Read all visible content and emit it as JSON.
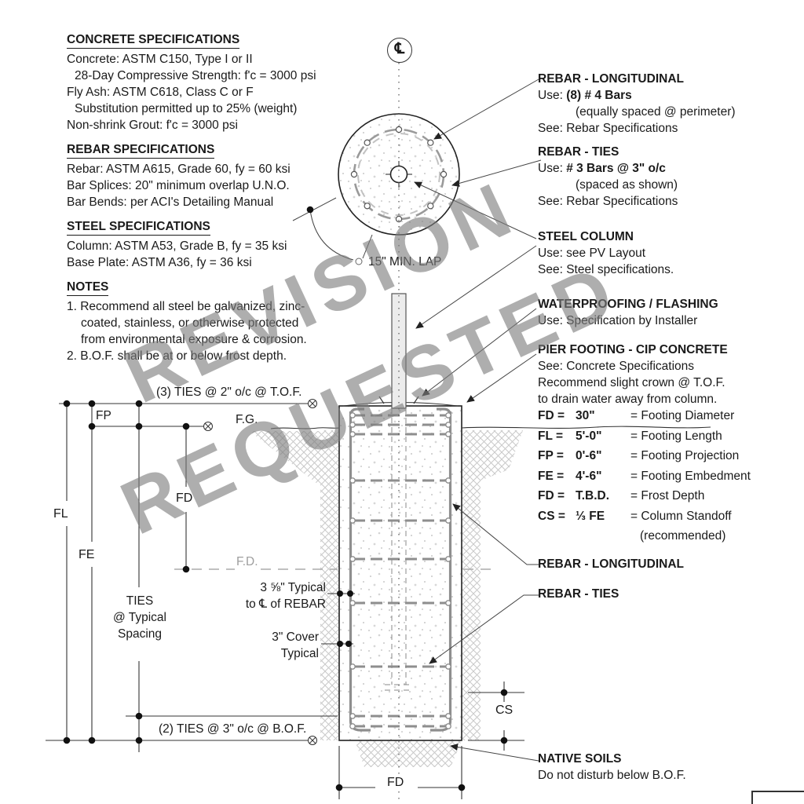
{
  "watermark": {
    "line1": "REVISION",
    "line2": "REQUESTED"
  },
  "specs": {
    "concrete": {
      "title": "CONCRETE SPECIFICATIONS",
      "lines": [
        "Concrete: ASTM C150, Type I or II",
        "28-Day Compressive Strength: f'c = 3000 psi",
        "Fly Ash: ASTM C618, Class C or F",
        "Substitution permitted up to 25% (weight)",
        "Non-shrink Grout: f'c = 3000 psi"
      ]
    },
    "rebar": {
      "title": "REBAR SPECIFICATIONS",
      "lines": [
        "Rebar: ASTM A615, Grade 60, fy = 60 ksi",
        "Bar Splices: 20\" minimum overlap U.N.O.",
        "Bar Bends: per ACI's Detailing Manual"
      ]
    },
    "steel": {
      "title": "STEEL SPECIFICATIONS",
      "lines": [
        "Column: ASTM A53, Grade B, fy = 35 ksi",
        "Base Plate: ASTM A36, fy = 36 ksi"
      ]
    },
    "notes": {
      "title": "NOTES",
      "lines": [
        "1. Recommend all steel be galvanized, zinc-",
        "coated, stainless, or otherwise protected",
        "from environmental exposure & corrosion.",
        "2. B.O.F. shall be at or below frost depth."
      ]
    }
  },
  "callouts": {
    "rebar_longitudinal_top": {
      "title": "REBAR - LONGITUDINAL",
      "use_prefix": "Use: ",
      "use_value": "(8) # 4 Bars",
      "note": "(equally spaced @ perimeter)",
      "see": "See: Rebar Specifications"
    },
    "rebar_ties_top": {
      "title": "REBAR - TIES",
      "use_prefix": "Use: ",
      "use_value": "# 3 Bars @ 3\" o/c",
      "note": "(spaced as shown)",
      "see": "See: Rebar Specifications"
    },
    "steel_column": {
      "title": "STEEL COLUMN",
      "line1": "Use: see PV Layout",
      "line2": "See: Steel specifications."
    },
    "waterproofing": {
      "title": "WATERPROOFING / FLASHING",
      "line1": "Use: Specification by Installer"
    },
    "pier_footing": {
      "title": "PIER FOOTING - CIP CONCRETE",
      "line1": "See: Concrete Specifications",
      "line2": "Recommend slight crown @ T.O.F.",
      "line3": "to drain water away from column."
    },
    "rebar_longitudinal_bottom": {
      "title": "REBAR - LONGITUDINAL"
    },
    "rebar_ties_bottom": {
      "title": "REBAR - TIES"
    },
    "native_soils": {
      "title": "NATIVE SOILS",
      "line1": "Do not disturb below B.O.F."
    }
  },
  "legend": {
    "rows": [
      {
        "code": "FD =",
        "value": "30\"",
        "desc": "= Footing Diameter"
      },
      {
        "code": "FL =",
        "value": "5'-0\"",
        "desc": "= Footing Length"
      },
      {
        "code": "FP =",
        "value": "0'-6\"",
        "desc": "= Footing Projection"
      },
      {
        "code": "FE =",
        "value": "4'-6\"",
        "desc": "= Footing Embedment"
      },
      {
        "code": "FD =",
        "value": "T.B.D.",
        "desc": "= Frost Depth"
      },
      {
        "code": "CS =",
        "value": "⅓ FE",
        "desc": "= Column Standoff"
      }
    ],
    "note": "(recommended)"
  },
  "dims": {
    "top_ties": "(3) TIES @ 2\" o/c @ T.O.F.",
    "fp": "FP",
    "fg": "F.G.",
    "fl": "FL",
    "fe": "FE",
    "fd_frost": "FD",
    "fd_line": "F.D.",
    "ties_line1": "TIES",
    "ties_line2": "@ Typical",
    "ties_line3": "Spacing",
    "lap": "15\" MIN. LAP",
    "offset_line1": "3 ⅝\" Typical",
    "offset_line2": "to ℄ of REBAR",
    "cover_line1": "3\" Cover",
    "cover_line2": "Typical",
    "bottom_ties": "(2) TIES @ 3\" o/c @ B.O.F.",
    "cs": "CS",
    "fd_bottom": "FD",
    "centerline": "℄"
  }
}
